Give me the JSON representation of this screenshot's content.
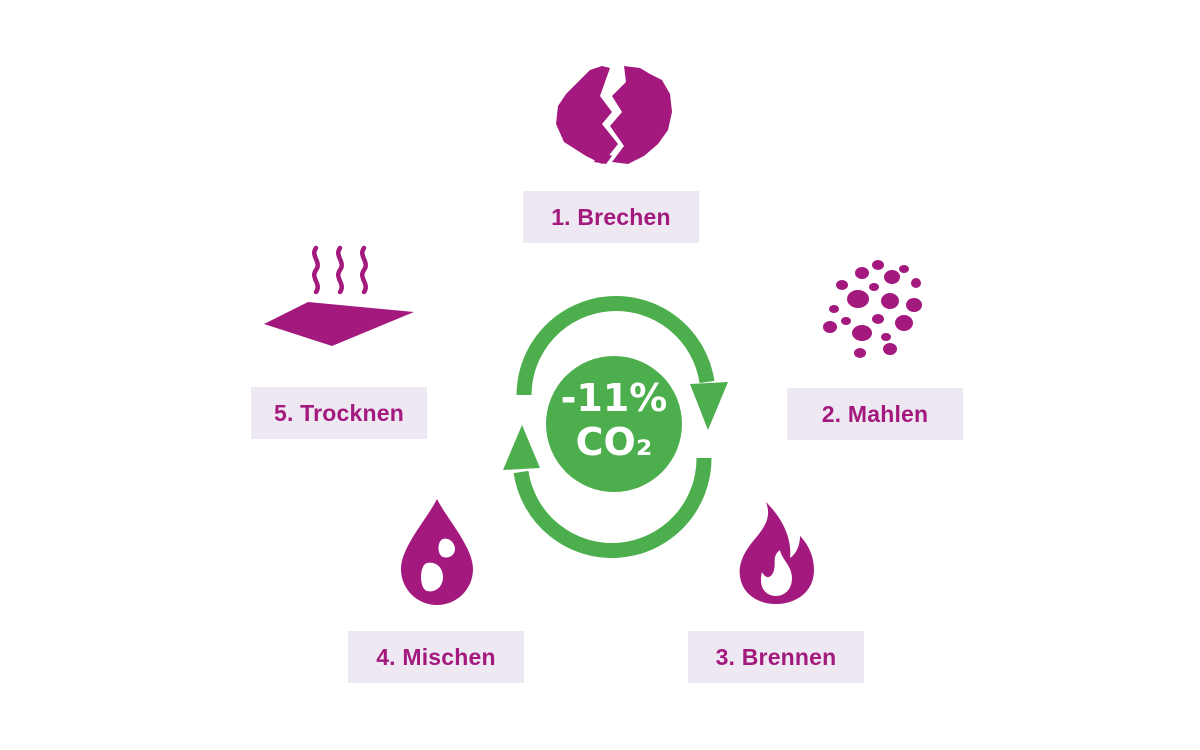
{
  "colors": {
    "accent": "#a3197e",
    "cycle_green": "#4cae4c",
    "label_bg": "#ede8f2"
  },
  "center": {
    "line1": "-11%",
    "line2": "CO₂"
  },
  "steps": [
    {
      "label": "1. Brechen",
      "icon": "broken-rock-icon"
    },
    {
      "label": "2. Mahlen",
      "icon": "ground-particles-icon"
    },
    {
      "label": "3. Brennen",
      "icon": "flame-icon"
    },
    {
      "label": "4. Mischen",
      "icon": "water-drop-icon"
    },
    {
      "label": "5. Trocknen",
      "icon": "drying-slab-icon"
    }
  ]
}
